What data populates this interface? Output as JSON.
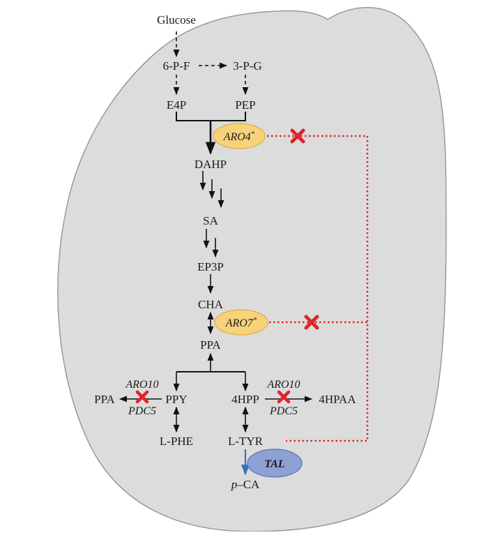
{
  "metabolites": {
    "glucose": "Glucose",
    "six_p_f": "6-P-F",
    "three_p_g": "3-P-G",
    "e4p": "E4P",
    "pep": "PEP",
    "dahp": "DAHP",
    "sa": "SA",
    "ep3p": "EP3P",
    "cha": "CHA",
    "ppa_center": "PPA",
    "ppy": "PPY",
    "ppa_left": "PPA",
    "l_phe": "L-PHE",
    "four_hpp": "4HPP",
    "four_hpaa": "4HPAA",
    "l_tyr": "L-TYR",
    "p_ca_prefix": "p",
    "p_ca_suffix": "–CA"
  },
  "enzymes": {
    "aro4": "ARO4",
    "aro4_mark": "*",
    "aro7": "ARO7",
    "aro7_mark": "*",
    "aro10_left": "ARO10",
    "pdc5_left": "PDC5",
    "aro10_right": "ARO10",
    "pdc5_right": "PDC5",
    "tal": "TAL"
  },
  "colors": {
    "cell_fill": "#dcdcdc",
    "enzyme_fill": "#f7d27a",
    "tal_fill": "#8da1d4",
    "inhibit": "#e0242a",
    "arrow": "#111111",
    "tal_arrow": "#3a6fc0"
  }
}
